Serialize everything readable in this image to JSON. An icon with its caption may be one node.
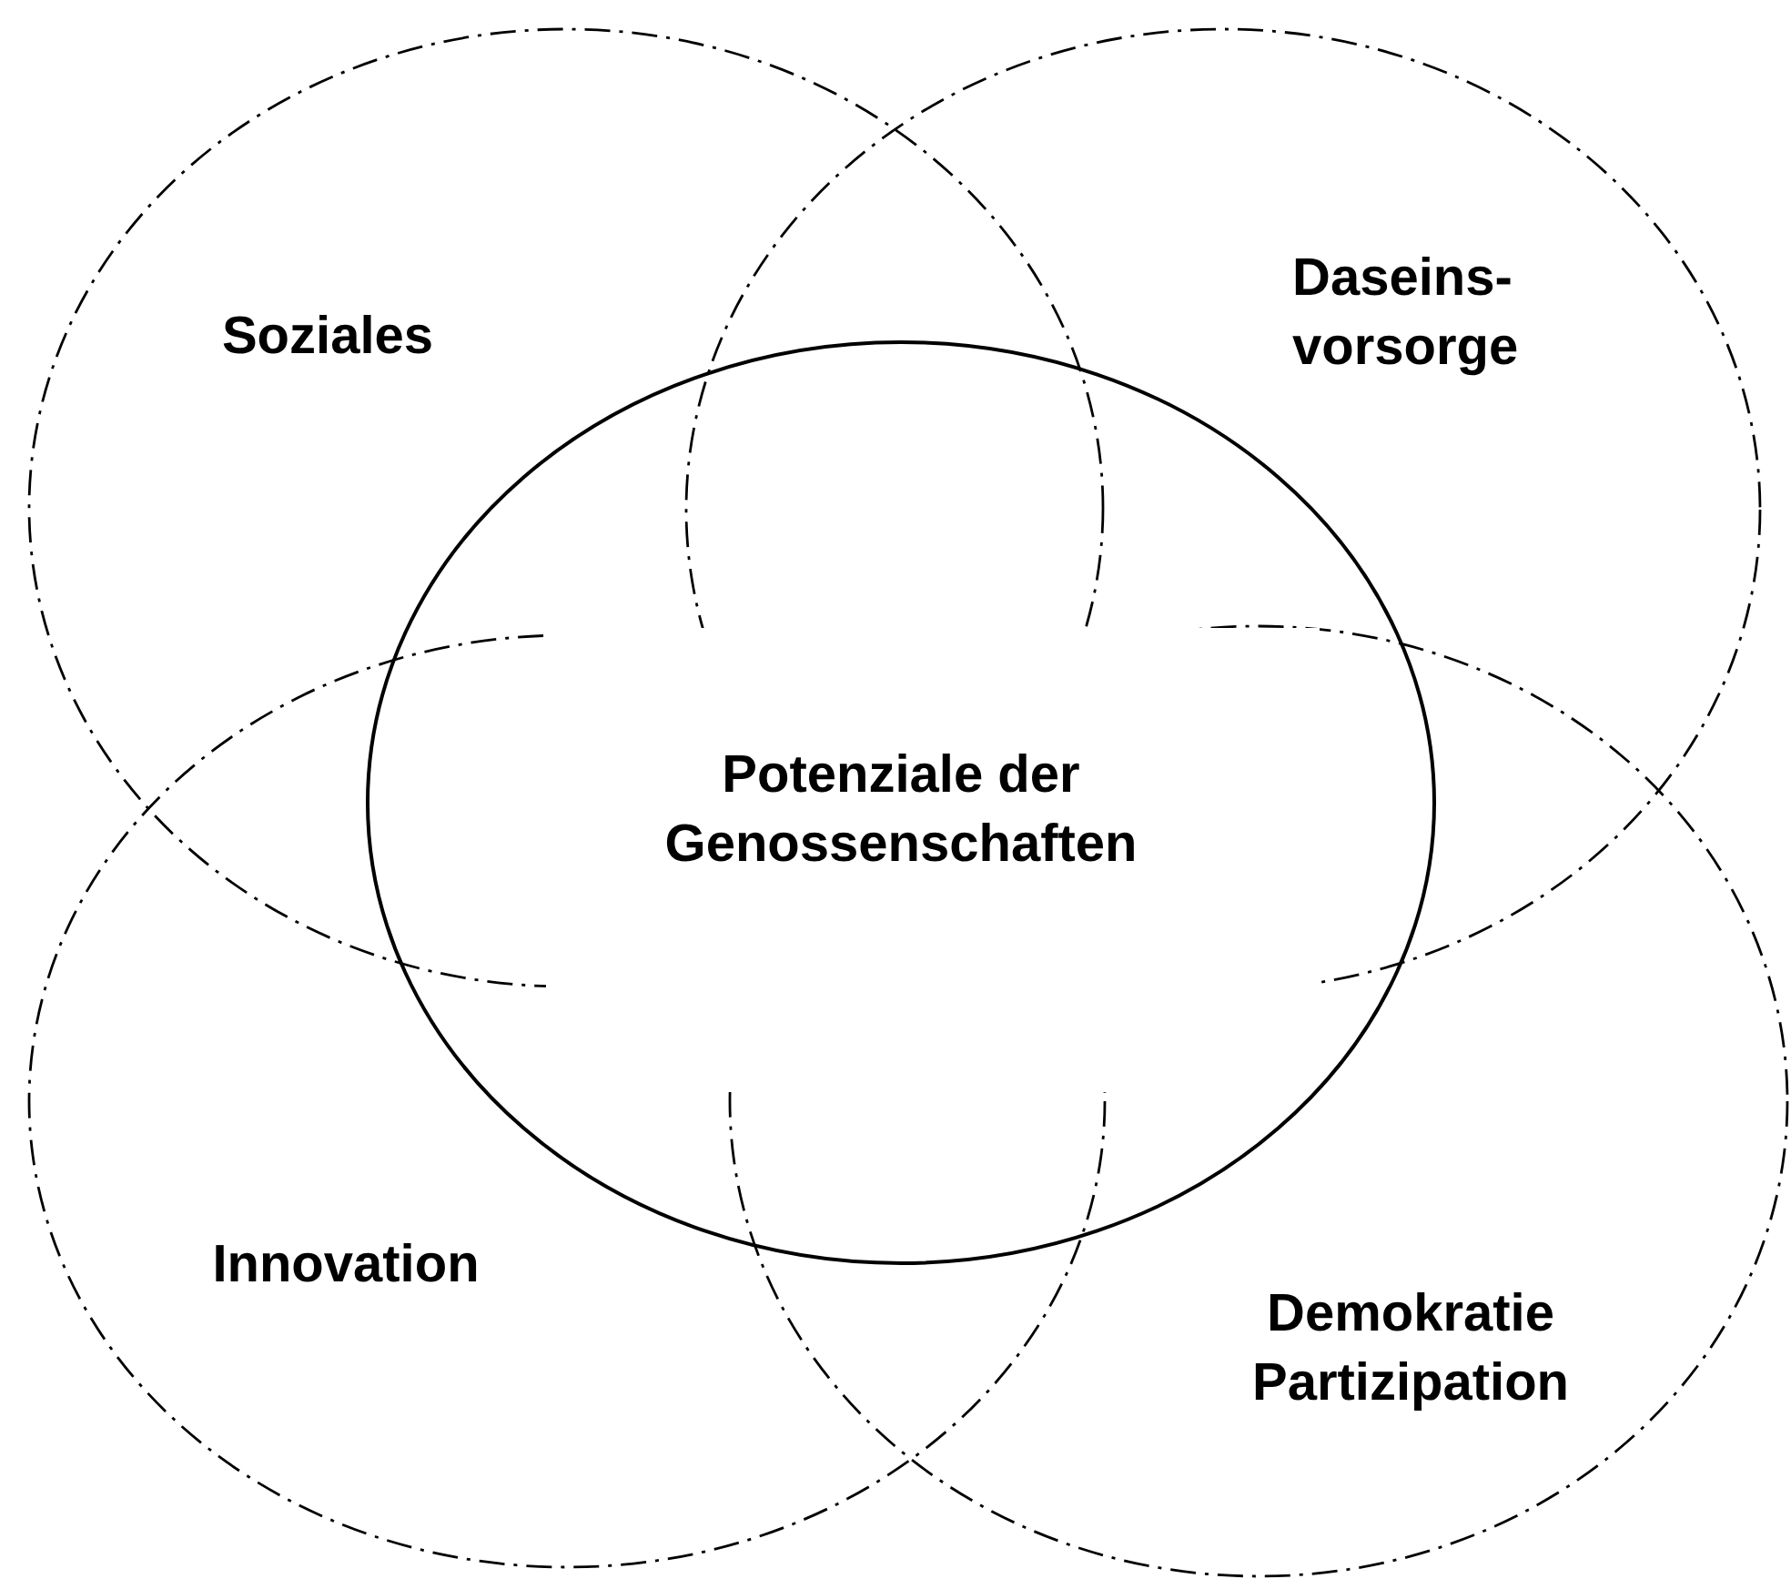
{
  "diagram": {
    "nodes": [
      {
        "text": [
          "Soziales"
        ]
      },
      {
        "text": [
          "Daseins- vorsorge"
        ]
      },
      {
        "text": [
          "Potenziale der Genossenschaften"
        ]
      },
      {
        "text": [
          "Innovation"
        ]
      },
      {
        "text": [
          "Demokratie Partizipation"
        ]
      }
    ]
  }
}
